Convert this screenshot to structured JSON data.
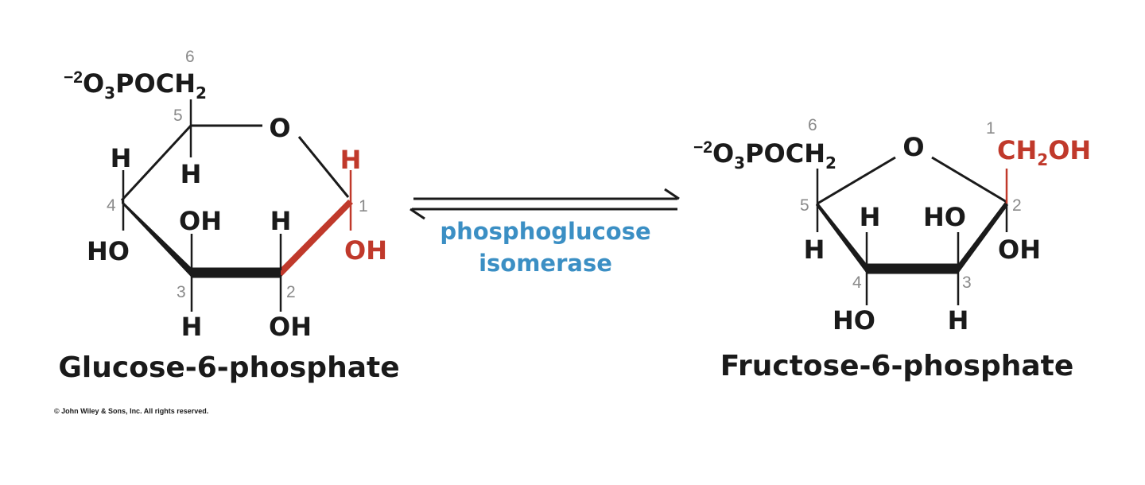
{
  "colors": {
    "text": "#1a1a1a",
    "highlight": "#c0392b",
    "enzyme": "#3b8fc4",
    "locant": "#8a8a8a"
  },
  "glucose": {
    "name": "Glucose-6-phosphate",
    "phosphate_prefix": "−2",
    "phosphate_o3": "O",
    "phosphate_sub3": "3",
    "phosphate_poch": "POCH",
    "phosphate_sub2": "2",
    "ring_oxygen": "O",
    "c1_h": "H",
    "c1_oh": "OH",
    "c2_h": "H",
    "c2_oh": "OH",
    "c3_oh": "OH",
    "c3_h": "H",
    "c4_h": "H",
    "c4_ho": "HO",
    "c5_h": "H",
    "locants": {
      "c1": "1",
      "c2": "2",
      "c3": "3",
      "c4": "4",
      "c5": "5",
      "c6": "6"
    }
  },
  "enzyme": {
    "line1": "phosphoglucose",
    "line2": "isomerase"
  },
  "fructose": {
    "name": "Fructose-6-phosphate",
    "phosphate_prefix": "−2",
    "phosphate_o3": "O",
    "phosphate_sub3": "3",
    "phosphate_poch": "POCH",
    "phosphate_sub2": "2",
    "ring_oxygen": "O",
    "c1_ch": "CH",
    "c1_sub2": "2",
    "c1_oh": "OH",
    "c2_oh": "OH",
    "c3_ho": "HO",
    "c3_h": "H",
    "c4_h": "H",
    "c4_ho": "HO",
    "c5_h": "H",
    "locants": {
      "c1": "1",
      "c2": "2",
      "c3": "3",
      "c4": "4",
      "c5": "5",
      "c6": "6"
    }
  },
  "copyright": "© John Wiley & Sons, Inc. All rights reserved."
}
